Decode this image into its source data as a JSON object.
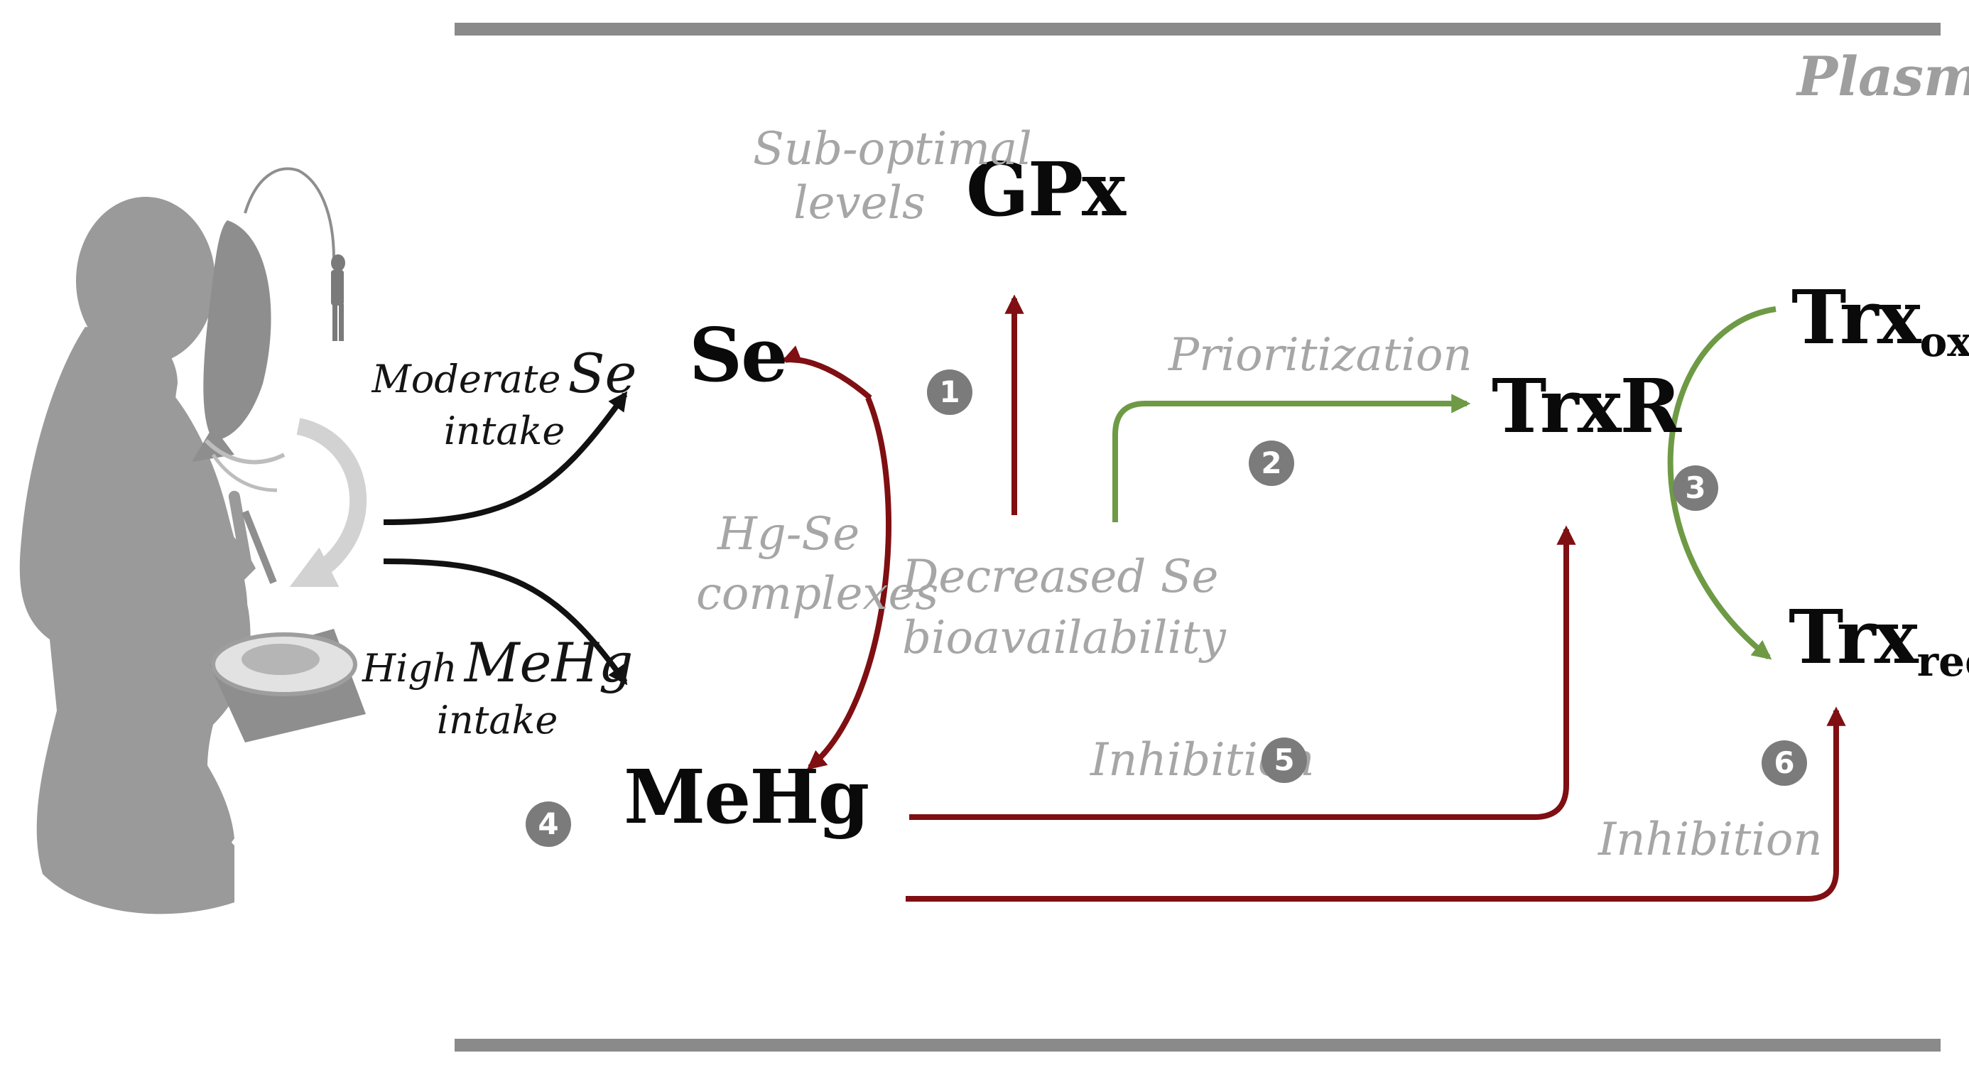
{
  "region_label": "Plasma",
  "nodes": {
    "gpx": "GPx",
    "se": "Se",
    "mehg": "MeHg",
    "trxr": "TrxR",
    "trx_ox_base": "Trx",
    "trx_ox_sub": "ox",
    "trx_red_base": "Trx",
    "trx_red_sub": "red"
  },
  "annotations": {
    "suboptimal_line1": "Sub-optimal",
    "suboptimal_line2": "levels",
    "moderate_word": "Moderate",
    "moderate_big": "Se",
    "moderate_line2": "intake",
    "high_word": "High",
    "high_big": "MeHg",
    "high_line2": "intake",
    "hgse_line1": "Hg-Se",
    "hgse_line2": "complexes",
    "decreased_line1": "Decreased Se",
    "decreased_line2": "bioavailability",
    "prioritization": "Prioritization",
    "inhibition_1": "Inhibition",
    "inhibition_2": "Inhibition"
  },
  "badges": [
    "1",
    "2",
    "3",
    "4",
    "5",
    "6"
  ],
  "illustration": {
    "subject": "pregnant-woman-eating-fish-silhouette",
    "icons": [
      "fisherman-icon",
      "fish-icon",
      "plate-icon",
      "cycle-arrow-icon"
    ]
  },
  "colors": {
    "dark_red_arrow": "#7f0f12",
    "green_arrow": "#6e9a45",
    "black_arrow": "#111111",
    "border_line": "#8a8a8a",
    "annotation_gray": "#a6a6a6",
    "badge_gray": "#7b7b7b",
    "silhouette_gray": "#9a9a9a"
  }
}
